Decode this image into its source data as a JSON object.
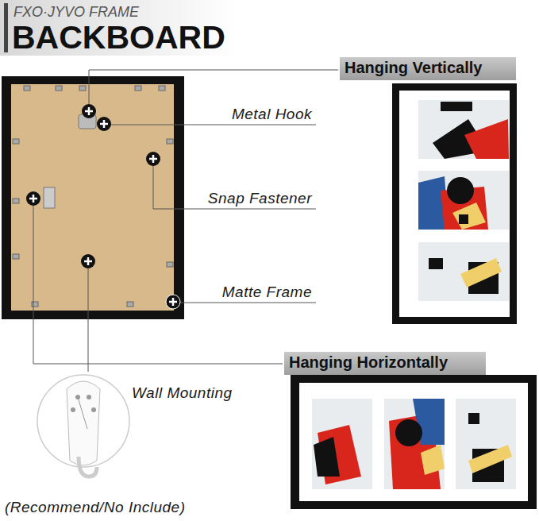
{
  "diagram": {
    "title": "BACKBOARD",
    "nodes": [
      {
        "text": [
          "Hanging Vertically"
        ]
      },
      {
        "text": [
          "Hanging Horizontally"
        ]
      }
    ],
    "labels": [
      "FXO·JYVO FRAME",
      "Metal Hook",
      "Snap Fastener",
      "Matte Frame",
      "Wall Mounting",
      "(Recommend/No Include)"
    ]
  }
}
